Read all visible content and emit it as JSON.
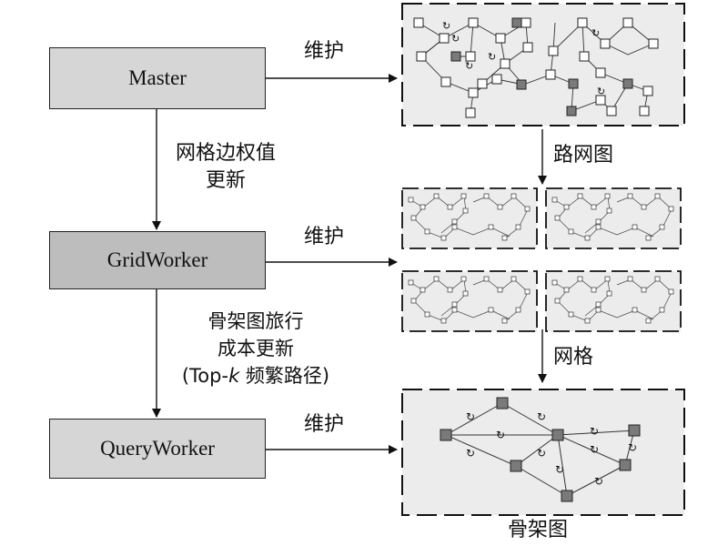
{
  "nodes": {
    "master": "Master",
    "gridworker": "GridWorker",
    "queryworker": "QueryWorker"
  },
  "edge_labels": {
    "master_to_gridworker_line1": "网格边权值",
    "master_to_gridworker_line2": "更新",
    "gridworker_to_queryworker_line1": "骨架图旅行",
    "gridworker_to_queryworker_line2": "成本更新",
    "gridworker_to_queryworker_line3_a": "(Top-",
    "gridworker_to_queryworker_line3_k": "k",
    "gridworker_to_queryworker_line3_b": " 频繁路径)",
    "maintain_top": "维护",
    "maintain_mid": "维护",
    "maintain_bottom": "维护",
    "road_network_arrow": "路网图",
    "grid_arrow": "网格"
  },
  "panel_captions": {
    "skeleton": "骨架图"
  },
  "colors": {
    "box_light": "#d6d6d6",
    "box_dark": "#bdbdbd",
    "panel_bg": "#ececec",
    "node_filled": "#7a7a7a"
  }
}
